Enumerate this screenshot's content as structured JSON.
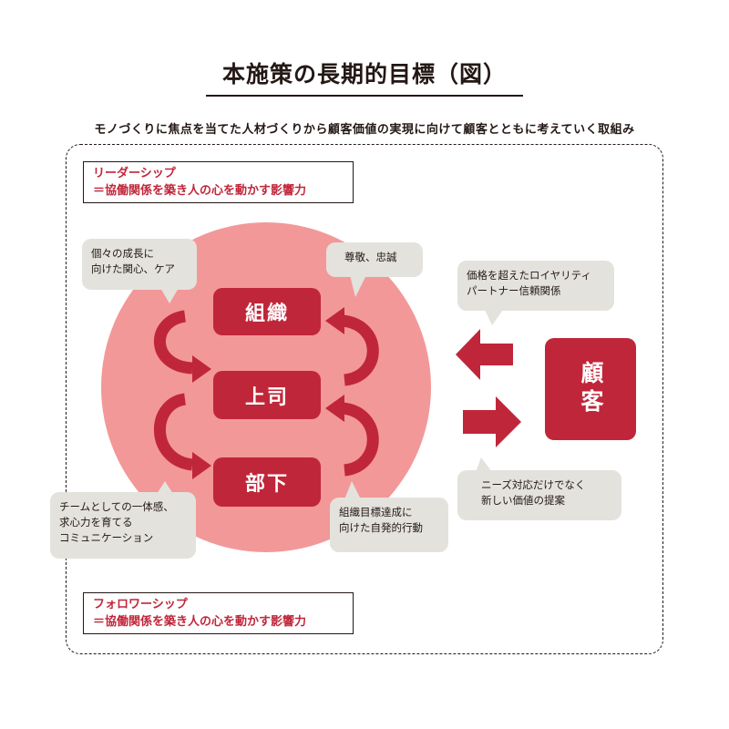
{
  "title": "本施策の長期的目標（図）",
  "subtitle": "モノづくりに焦点を当てた人材づくりから顧客価値の実現に向けて顧客とともに考えていく取組み",
  "leadership": {
    "line1": "リーダーシップ",
    "line2": "＝協働関係を築き人の心を動かす影響力"
  },
  "followership": {
    "line1": "フォロワーシップ",
    "line2": "＝協働関係を築き人の心を動かす影響力"
  },
  "roles": {
    "organization": "組織",
    "boss": "上司",
    "subordinate": "部下",
    "customer": "顧客"
  },
  "bubbles": {
    "growth": [
      "個々の成長に",
      "向けた関心、ケア"
    ],
    "respect": [
      "尊敬、忠誠"
    ],
    "team": [
      "チームとしての一体感、",
      "求心力を育てる",
      "コミュニケーション"
    ],
    "goal": [
      "組織目標達成に",
      "向けた自発的行動"
    ],
    "loyalty": [
      "価格を超えたロイヤリティ",
      "パートナー信頼関係"
    ],
    "value": [
      "ニーズ対応だけでなく",
      "新しい価値の提案"
    ]
  },
  "colors": {
    "accent": "#c0263a",
    "circle": "#f29898",
    "bubble": "#e4e2dc",
    "text": "#231815"
  }
}
